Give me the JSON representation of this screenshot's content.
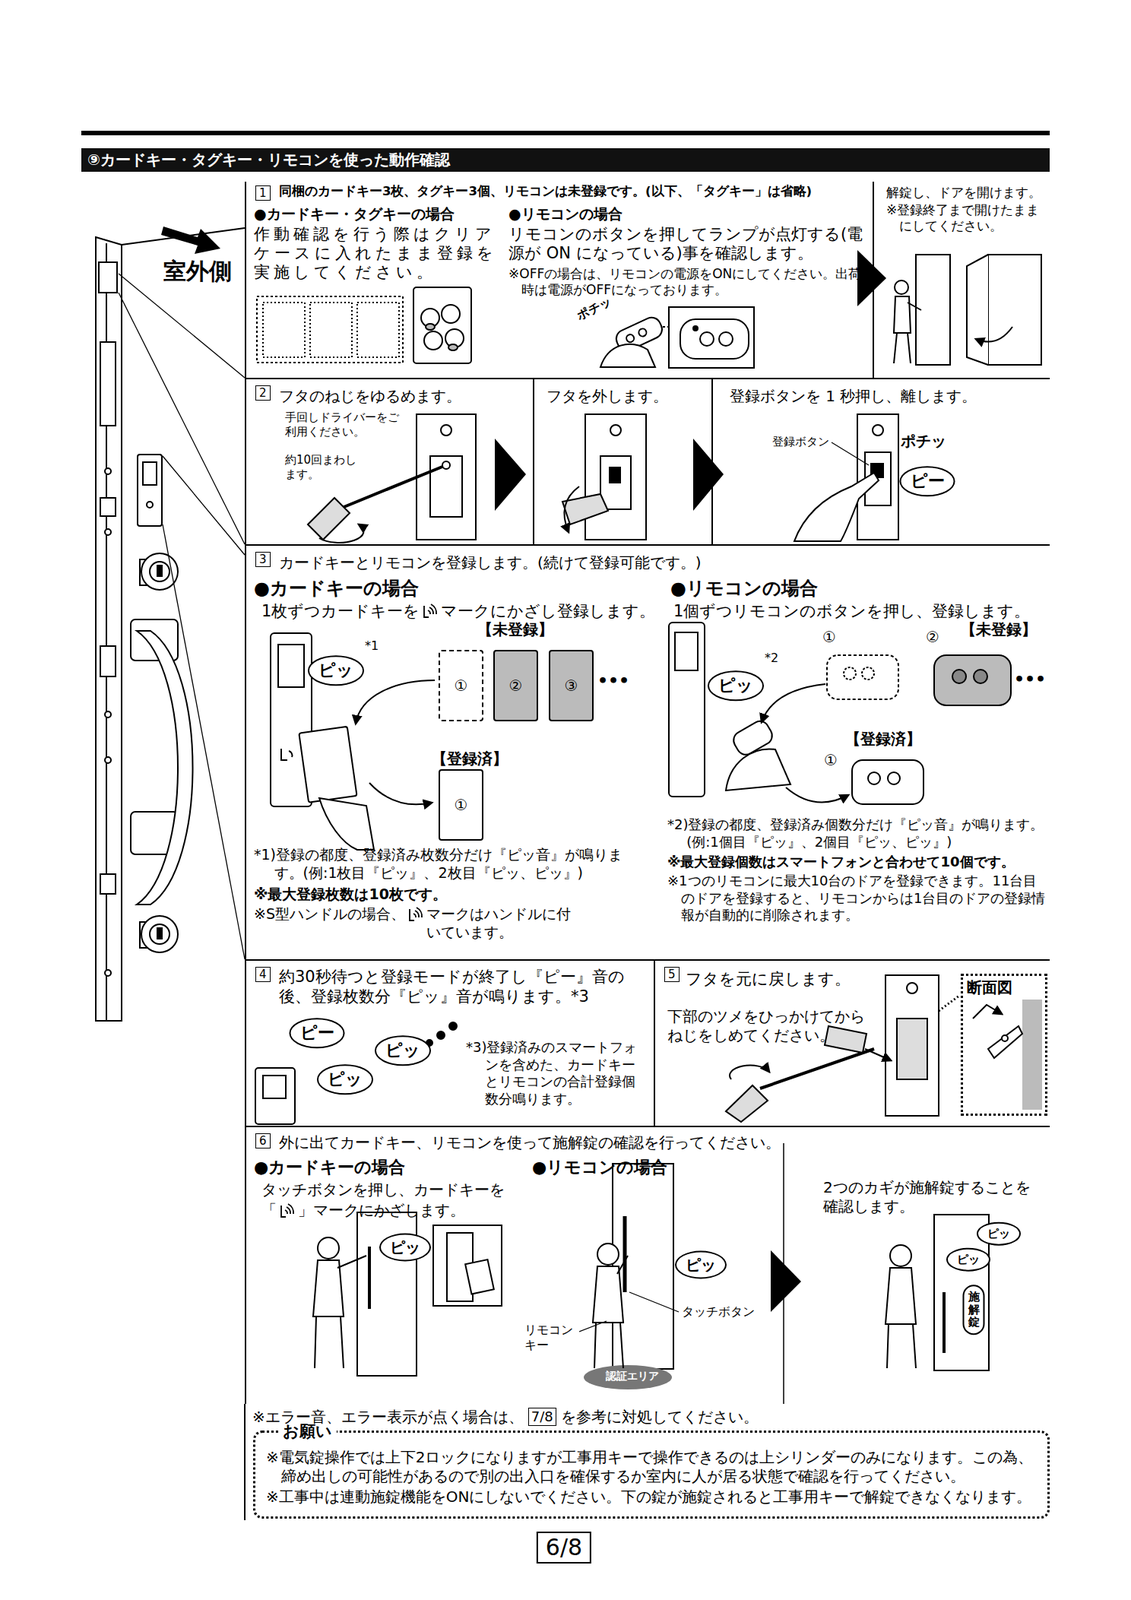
{
  "diagram": {
    "title": "⑨カードキー・タグキー・リモコンを使った動作確認",
    "nodes": [
      {
        "text": [
          "同梱のカードキー3枚、タグキー3個、リモコンは未登録です。(以下、「タグキー」は省略)",
          "●カードキー・タグキーの場合",
          "作動確認を行う際はクリアケースに入れたまま登録を実施してください。",
          "●リモコンの場合",
          "リモコンのボタンを押してランプが点灯する(電源が ON になっている)事を確認します。",
          "※OFFの場合は、リモコンの電源をONにしてください。出荷時は電源がOFFになっております。"
        ]
      },
      {
        "text": [
          "1"
        ],
        "in": 0
      },
      {
        "text": [
          "解錠し、ドアを開けます。",
          "※登録終了まで開けたままにしてください。"
        ]
      },
      {
        "text": [
          "フタのねじをゆるめます。"
        ]
      },
      {
        "text": [
          "2"
        ],
        "in": 3
      },
      {
        "text": [
          "フタを外します。"
        ]
      },
      {
        "text": [
          "登録ボタンを 1 秒押し、離します。"
        ]
      },
      {
        "text": [
          "ピー"
        ],
        "in": 6
      },
      {
        "text": [
          "カードキーとリモコンを登録します。(続けて登録可能です。)",
          "●カードキーの場合",
          "1枚ずつカードキーを",
          "マークにかざし登録します。",
          "*1)登録の都度、登録済み枚数分だけ『ピッ音』が鳴ります。(例:1枚目『ピッ』、2枚目『ピッ、ピッ』)",
          "※最大登録枚数は10枚です。",
          "※S型ハンドルの場合、",
          "マークはハンドルに付いています。",
          "●リモコンの場合",
          "1個ずつリモコンのボタンを押し、登録します。",
          "*2)登録の都度、登録済み個数分だけ『ピッ音』が鳴ります。(例:1個目『ピッ』、2個目『ピッ、ピッ』)",
          "※最大登録個数はスマートフォンと合わせて10個です。",
          "※1つのリモコンに最大10台のドアを登録できます。11台目のドアを登録すると、リモコンからは1台目のドアの登録情報が自動的に削除されます。"
        ]
      },
      {
        "text": [
          "3"
        ],
        "in": 8
      },
      {
        "text": [
          "ピッ"
        ],
        "in": 8
      },
      {
        "text": [
          "①"
        ],
        "in": 8
      },
      {
        "text": [
          "②"
        ],
        "in": 8
      },
      {
        "text": [
          "③"
        ],
        "in": 8
      },
      {
        "text": [
          "①"
        ],
        "in": 8
      },
      {
        "text": [
          "ピッ"
        ],
        "in": 8
      },
      {
        "text": [
          "約30秒待つと登録モードが終了し『ピー』音の後、登録枚数分『ピッ』音が鳴ります。*3",
          "*3)登録済みのスマートフォンを含めた、カードキーとリモコンの合計登録個数分鳴ります。"
        ]
      },
      {
        "text": [
          "4"
        ],
        "in": 16
      },
      {
        "text": [
          "ピー"
        ],
        "in": 16
      },
      {
        "text": [
          "ピッ"
        ],
        "in": 16
      },
      {
        "text": [
          "ピッ"
        ],
        "in": 16
      },
      {
        "text": [
          "フタを元に戻します。",
          "下部のツメをひっかけてからねじをしめてください。"
        ]
      },
      {
        "text": [
          "5"
        ],
        "in": 21
      },
      {
        "text": [
          "断面図"
        ],
        "in": 21
      },
      {
        "text": [
          "外に出てカードキー、リモコンを使って施解錠の確認を行ってください。",
          "●カードキーの場合",
          "タッチボタンを押し、カードキーを",
          "「",
          "」マークにかざします。",
          "●リモコンの場合",
          "2つのカギが施解錠することを確認します。"
        ]
      },
      {
        "text": [
          "6"
        ],
        "in": 24
      },
      {
        "text": [
          "ピッ"
        ],
        "in": 24
      },
      {
        "text": [
          "ピッ"
        ],
        "in": 24
      },
      {
        "text": [
          "ピッ"
        ],
        "in": 24
      },
      {
        "text": [
          "ピッ"
        ],
        "in": 24
      },
      {
        "text": [
          "施解錠"
        ],
        "in": 24
      },
      {
        "text": [
          "7/8"
        ]
      },
      {
        "text": [
          "お願い",
          "※電気錠操作では上下2ロックになりますが工事用キーで操作できるのは上シリンダーのみになります。この為、締め出しの可能性があるので別の出入口を確保するか室内に人が居る状態で確認を行ってください。",
          "※工事中は連動施錠機能をONにしないでください。下の錠が施錠されると工事用キーで解錠できなくなります。"
        ]
      },
      {
        "text": [
          "6/8"
        ]
      }
    ],
    "labels": [
      "室外側",
      "ポチッ",
      "手回しドライバーをご利用ください。",
      "約10回まわします。",
      "登録ボタン",
      "ポチッ",
      "*1",
      "【未登録】",
      "•••",
      "【登録済】",
      "*2",
      "①",
      "②",
      "【未登録】",
      "•••",
      "【登録済】",
      "①",
      "タッチボタン",
      "リモコンキー",
      "認証エリア",
      "※エラー音、エラー表示が点く場合は、",
      "を参考に対処してください。"
    ]
  }
}
